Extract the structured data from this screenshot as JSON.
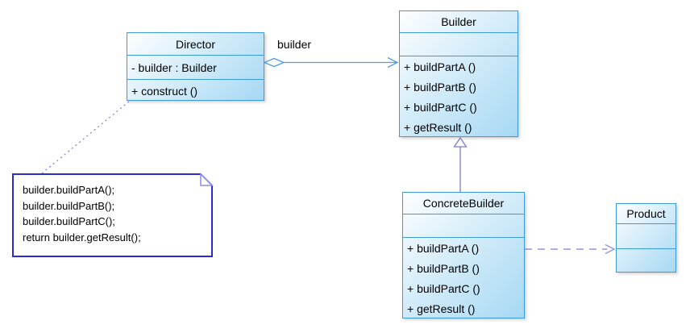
{
  "diagram": {
    "classes": [
      {
        "id": "director",
        "name": "Director",
        "attributes": [
          "- builder : Builder"
        ],
        "methods": [
          "+ construct ()"
        ]
      },
      {
        "id": "builder",
        "name": "Builder",
        "attributes": [],
        "methods": [
          "+ buildPartA ()",
          "+ buildPartB ()",
          "+ buildPartC ()",
          "+ getResult ()"
        ]
      },
      {
        "id": "concrete_builder",
        "name": "ConcreteBuilder",
        "attributes": [],
        "methods": [
          "+ buildPartA ()",
          "+ buildPartB ()",
          "+ buildPartC ()",
          "+ getResult ()"
        ]
      },
      {
        "id": "product",
        "name": "Product",
        "attributes": [],
        "methods": []
      }
    ],
    "note": {
      "lines": [
        "builder.buildPartA();",
        "builder.buildPartB();",
        "builder.buildPartC();",
        "return builder.getResult();"
      ]
    },
    "relations": [
      {
        "type": "aggregation",
        "from": "Director",
        "to": "Builder",
        "label": "builder"
      },
      {
        "type": "generalization",
        "from": "ConcreteBuilder",
        "to": "Builder"
      },
      {
        "type": "dependency",
        "from": "ConcreteBuilder",
        "to": "Product"
      },
      {
        "type": "note_anchor",
        "from": "note",
        "to": "Director"
      }
    ],
    "colors": {
      "box_border": "#3d9bdc",
      "box_fill_start": "#fdfeff",
      "box_fill_end": "#a6d8f3",
      "association": "#4d9ee0",
      "generalization": "#7b7bd4",
      "dependency": "#9393dc",
      "note_border": "#2b2bd0",
      "note_fold": "#8f8ff0"
    }
  }
}
